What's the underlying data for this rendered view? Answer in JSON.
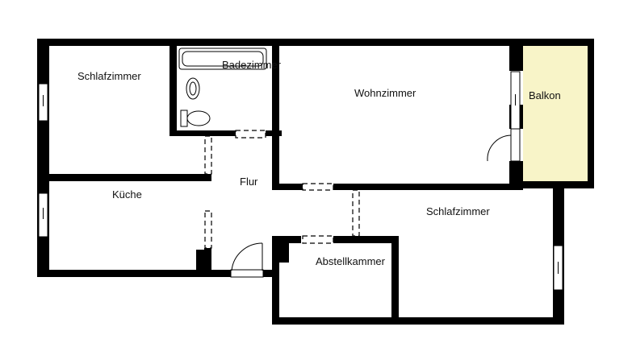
{
  "rooms": {
    "schlafzimmer_1": "Schlafzimmer",
    "badezimmer": "Badezimmer",
    "wohnzimmer": "Wohnzimmer",
    "balkon": "Balkon",
    "kueche": "Küche",
    "flur": "Flur",
    "schlafzimmer_2": "Schlafzimmer",
    "abstellkammer": "Abstellkammer"
  },
  "colors": {
    "wall": "#000000",
    "balcony_fill": "#f8f4c8",
    "background": "#ffffff"
  }
}
